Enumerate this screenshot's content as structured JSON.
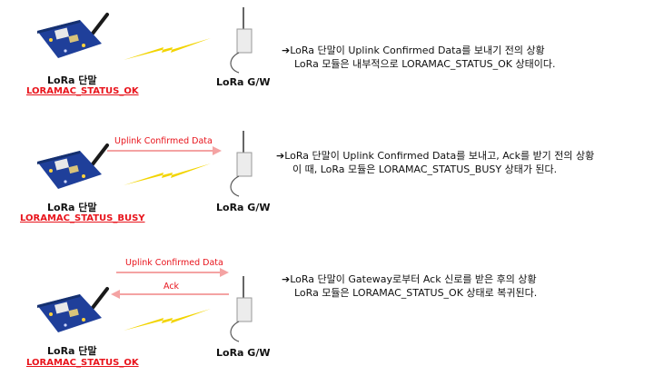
{
  "scenes": [
    {
      "device_label": "LoRa 단말",
      "device_status": "LORAMAC_STATUS_OK",
      "gateway_label": "LoRa G/W",
      "arrow_glyph": "➔",
      "desc_line1": "LoRa 단말이 Uplink Confirmed Data를 보내기 전의 상황",
      "desc_line2": "LoRa 모듈은 내부적으로 LORAMAC_STATUS_OK 상태이다."
    },
    {
      "device_label": "LoRa 단말",
      "device_status": "LORAMAC_STATUS_BUSY",
      "gateway_label": "LoRa G/W",
      "uplink_label": "Uplink Confirmed Data",
      "arrow_glyph": "➔",
      "desc_line1": "LoRa 단말이 Uplink Confirmed Data를 보내고, Ack를 받기 전의 상황",
      "desc_line2": "이 때, LoRa 모듈은 LORAMAC_STATUS_BUSY 상태가 된다."
    },
    {
      "device_label": "LoRa 단말",
      "device_status": "LORAMAC_STATUS_OK",
      "gateway_label": "LoRa G/W",
      "uplink_label": "Uplink Confirmed Data",
      "ack_label": "Ack",
      "arrow_glyph": "➔",
      "desc_line1": "LoRa 단말이 Gateway로부터 Ack 신로를 받은 후의 상황",
      "desc_line2": "LoRa 모듈은 LORAMAC_STATUS_OK 상태로 복귀된다."
    }
  ],
  "colors": {
    "status_red": "#e8141c",
    "message_arrow": "#f4a3a3",
    "lightning": "#f2d400",
    "board_blue": "#1f3f9a",
    "antenna": "#1a1a1a"
  },
  "icons": [
    "lora-board-icon",
    "lightning-icon",
    "gateway-icon"
  ]
}
